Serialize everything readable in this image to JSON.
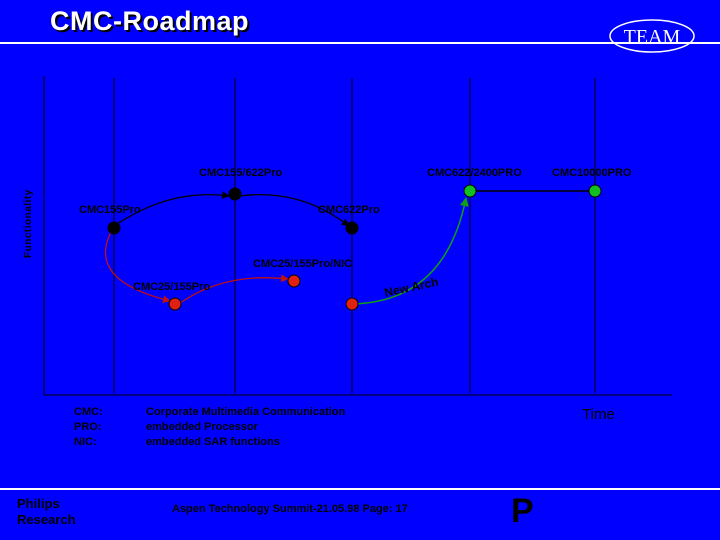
{
  "title": "CMC-Roadmap",
  "logo_text": "TEAM",
  "axis": {
    "y_label": "Functionality",
    "x_label": "Time"
  },
  "nodes": {
    "cmc155pro": "CMC155Pro",
    "cmc155_622pro": "CMC155/622Pro",
    "cmc622pro": "CMC622Pro",
    "cmc622_2400pro": "CMC622/2400PRO",
    "cmc10000pro": "CMC10000PRO",
    "cmc25_155pro_nic": "CMC25/155Pro/NIC",
    "cmc25_155pro": "CMC25/155Pro"
  },
  "new_arch": "New Arch",
  "legend": [
    {
      "term": "CMC:",
      "definition": "Corporate Multimedia Communication"
    },
    {
      "term": "PRO:",
      "definition": "embedded Processor"
    },
    {
      "term": "NIC:",
      "definition": "embedded SAR functions"
    }
  ],
  "footer": {
    "org_line1": "Philips",
    "org_line2": "Research",
    "event": "Aspen Technology Summit-21.05.98 Page: 17",
    "mark": "P"
  },
  "colors": {
    "background": "#0000FF",
    "node_black": "#000000",
    "node_red": "#E02010",
    "node_green": "#10C020",
    "arrow_black": "#000000",
    "arrow_red": "#C01010",
    "arrow_green": "#10A010"
  }
}
